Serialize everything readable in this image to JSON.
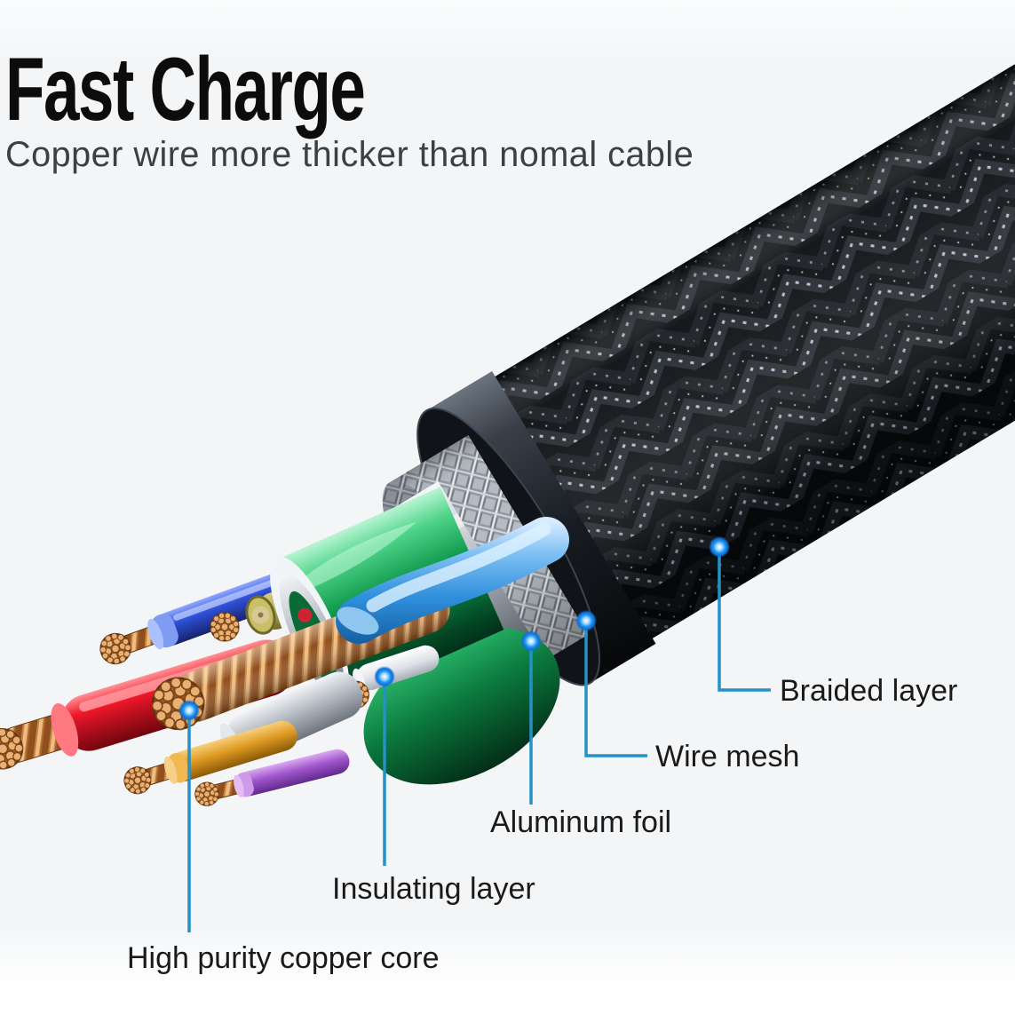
{
  "header": {
    "title": "Fast Charge",
    "subtitle": "Copper wire more thicker than nomal cable"
  },
  "labels": {
    "braided_layer": "Braided layer",
    "wire_mesh": "Wire mesh",
    "aluminum_foil": "Aluminum foil",
    "insulating_layer": "Insulating layer",
    "copper_core": "High purity copper core"
  },
  "colors": {
    "background": "#f3f5f7",
    "title_text": "#0c0c0c",
    "subtitle_text": "#3d3f42",
    "label_text": "#1a1a1a",
    "callout_line": "#2591c6",
    "callout_dot": "#2196f3",
    "braid_black": "#0a0c0f",
    "jacket_dark": "#181c22",
    "mesh_silver": "#b2b8c0",
    "foil_silver": "#cfd4da",
    "insulation_green": "#0f9a4d",
    "copper": "#c8843e",
    "wire_red": "#e01525",
    "wire_light_blue": "#2f8fdc",
    "wire_royal_blue": "#2e4fd8",
    "wire_amber": "#df9a22",
    "wire_purple": "#a055cc",
    "wire_olive": "#b5ab54",
    "wire_white": "#e9ecf0"
  }
}
